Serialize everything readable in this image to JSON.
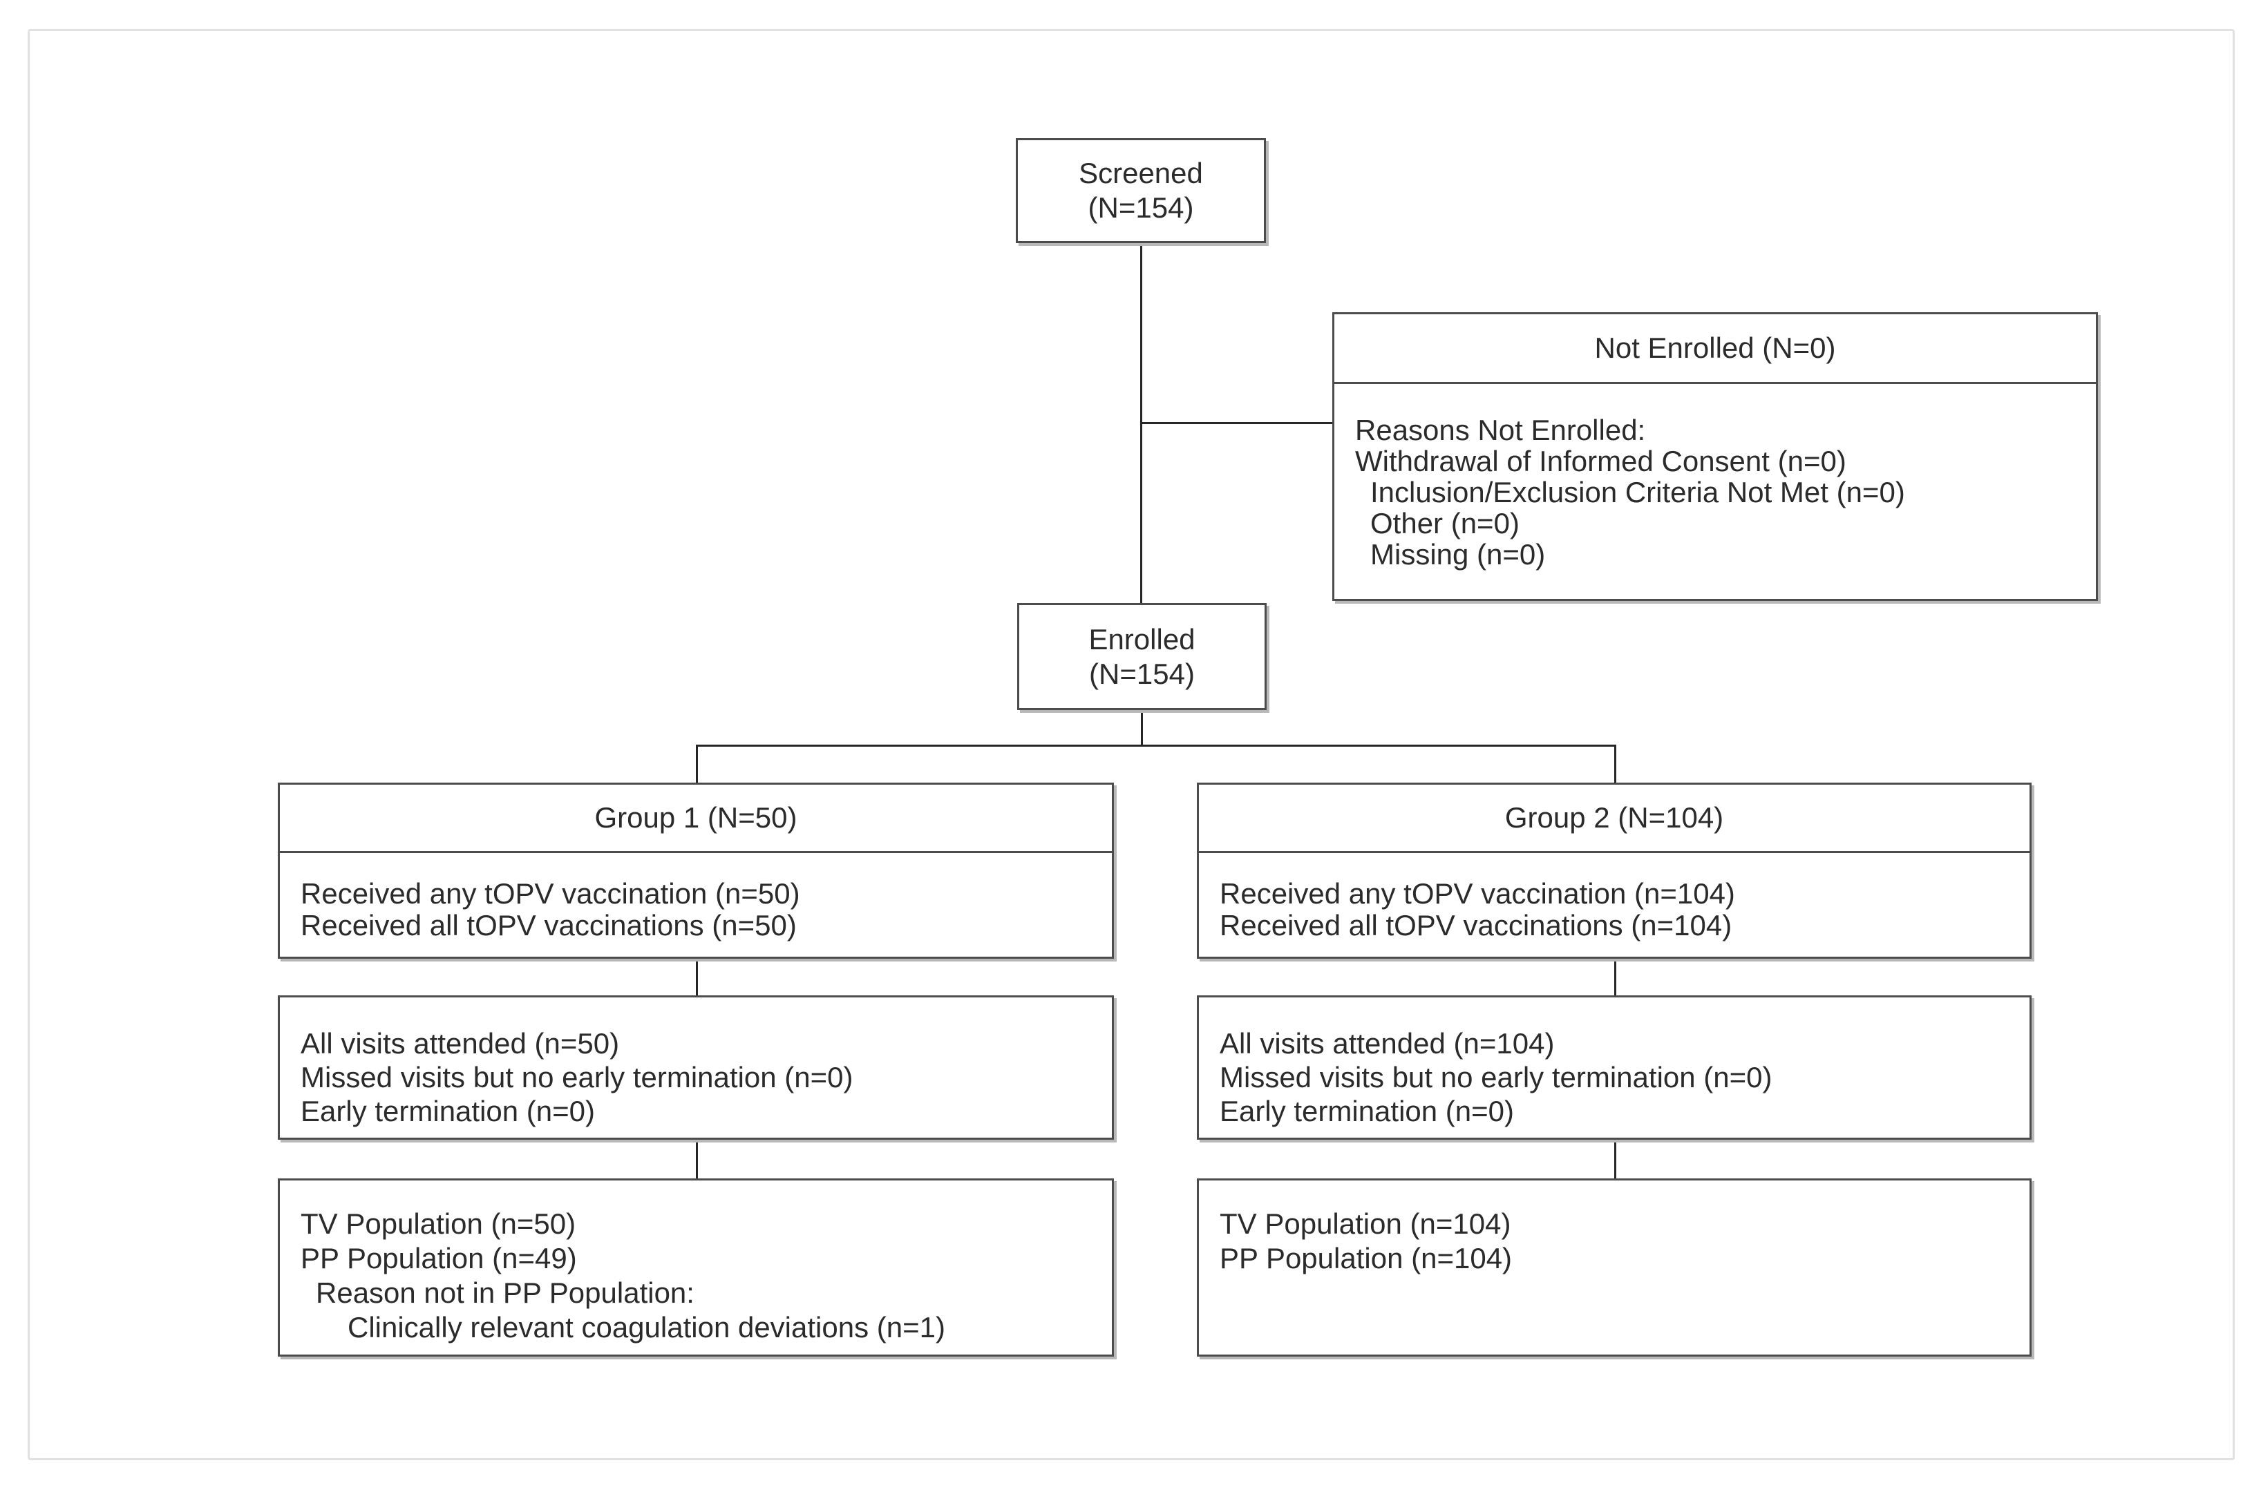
{
  "boxes": {
    "screened": {
      "line1": "Screened",
      "line2": "(N=154)"
    },
    "not_enrolled": {
      "header": "Not Enrolled (N=0)",
      "lines": [
        "Reasons Not Enrolled:",
        "Withdrawal of Informed Consent (n=0)",
        "Inclusion/Exclusion Criteria Not Met (n=0)",
        "Other (n=0)",
        "Missing (n=0)"
      ]
    },
    "enrolled": {
      "line1": "Enrolled",
      "line2": "(N=154)"
    },
    "group1": {
      "header": "Group 1 (N=50)",
      "lines": [
        "Received any tOPV vaccination (n=50)",
        "Received all tOPV vaccinations (n=50)"
      ]
    },
    "group2": {
      "header": "Group 2 (N=104)",
      "lines": [
        "Received any tOPV vaccination (n=104)",
        "Received all tOPV vaccinations (n=104)"
      ]
    },
    "visits1": {
      "lines": [
        "All visits attended (n=50)",
        "Missed visits but no early termination (n=0)",
        "Early termination (n=0)"
      ]
    },
    "visits2": {
      "lines": [
        "All visits attended (n=104)",
        "Missed visits but no early termination (n=0)",
        "Early termination (n=0)"
      ]
    },
    "population1": {
      "lines": [
        "TV Population (n=50)",
        "PP Population (n=49)",
        "Reason not in PP Population:",
        "Clinically relevant coagulation deviations (n=1)"
      ]
    },
    "population2": {
      "lines": [
        "TV Population (n=104)",
        "PP Population (n=104)"
      ]
    }
  },
  "colors": {
    "box_border": "#4c4c4c",
    "connector": "#262626",
    "text": "#2b2b2b",
    "frame_border": "#e1e1e1",
    "background": "#ffffff"
  }
}
